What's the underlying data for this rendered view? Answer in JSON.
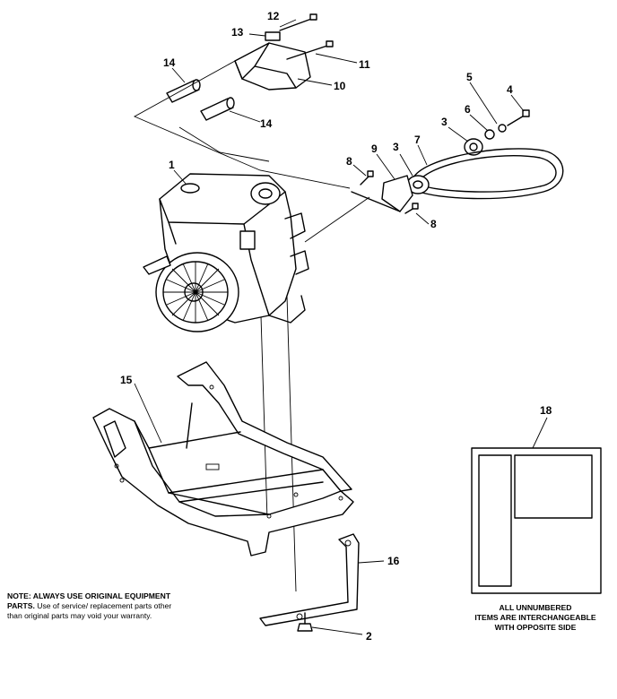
{
  "callouts": {
    "c1": "1",
    "c2": "2",
    "c3a": "3",
    "c3b": "3",
    "c4": "4",
    "c5": "5",
    "c6": "6",
    "c7": "7",
    "c8a": "8",
    "c8b": "8",
    "c9": "9",
    "c10": "10",
    "c11": "11",
    "c12": "12",
    "c13": "13",
    "c14a": "14",
    "c14b": "14",
    "c15": "15",
    "c16": "16",
    "c18": "18"
  },
  "note": {
    "heading": "NOTE: ALWAYS USE ORIGINAL EQUIPMENT PARTS.",
    "body": "Use of service/ replacement parts other than original parts may void your warranty."
  },
  "unnumbered_note": {
    "line1": "ALL UNNUMBERED",
    "line2": "ITEMS ARE INTERCHANGEABLE",
    "line3": "WITH OPPOSITE SIDE"
  }
}
